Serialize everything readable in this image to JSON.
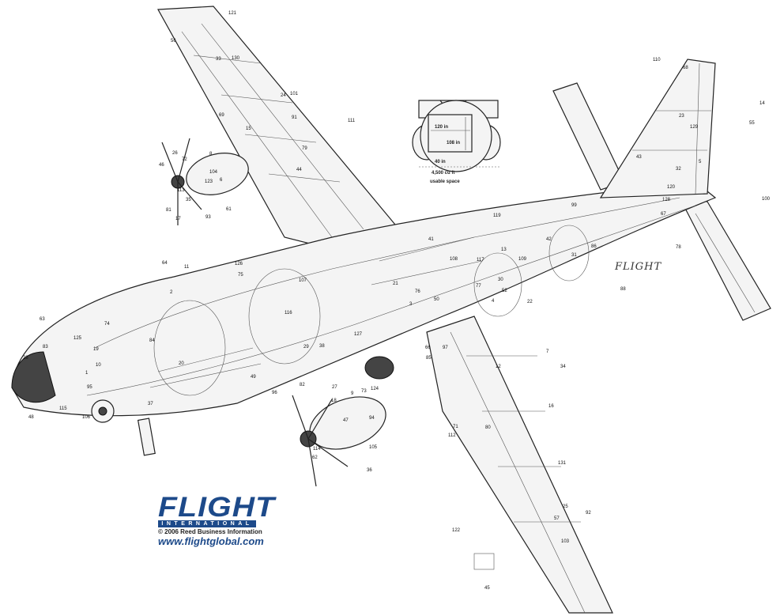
{
  "inset": {
    "width_label": "120 in",
    "height_label": "108 in",
    "floor_label": "40 in",
    "volume_label": "4,500 cu ft",
    "space_label": "usable space"
  },
  "callouts": [
    "1",
    "2",
    "3",
    "4",
    "5",
    "6",
    "7",
    "8",
    "9",
    "10",
    "11",
    "12",
    "13",
    "14",
    "15",
    "16",
    "17",
    "18",
    "19",
    "20",
    "21",
    "22",
    "23",
    "24",
    "25",
    "26",
    "27",
    "28",
    "29",
    "30",
    "31",
    "32",
    "33",
    "34",
    "35",
    "36",
    "37",
    "38",
    "41",
    "42",
    "43",
    "44",
    "45",
    "46",
    "47",
    "48",
    "49",
    "50",
    "52",
    "55",
    "56",
    "57",
    "61",
    "62",
    "63",
    "64",
    "66",
    "67",
    "68",
    "69",
    "71",
    "72",
    "73",
    "74",
    "75",
    "76",
    "77",
    "78",
    "79",
    "80",
    "81",
    "82",
    "83",
    "84",
    "85",
    "86",
    "88",
    "91",
    "92",
    "93",
    "94",
    "95",
    "96",
    "97",
    "99",
    "100",
    "101",
    "103",
    "104",
    "105",
    "106",
    "107",
    "108",
    "109",
    "110",
    "111",
    "112",
    "113",
    "114",
    "115",
    "116",
    "117",
    "119",
    "120",
    "121",
    "122",
    "123",
    "124",
    "125",
    "126",
    "127",
    "128",
    "129",
    "130",
    "131"
  ],
  "logo": {
    "wordmark": "FLIGHT",
    "subtitle": "INTERNATIONAL",
    "copyright": "© 2006 Reed Business Information",
    "url": "www.flightglobal.com",
    "color": "#1d4a8a"
  },
  "artist_mark": "FLIGHT"
}
